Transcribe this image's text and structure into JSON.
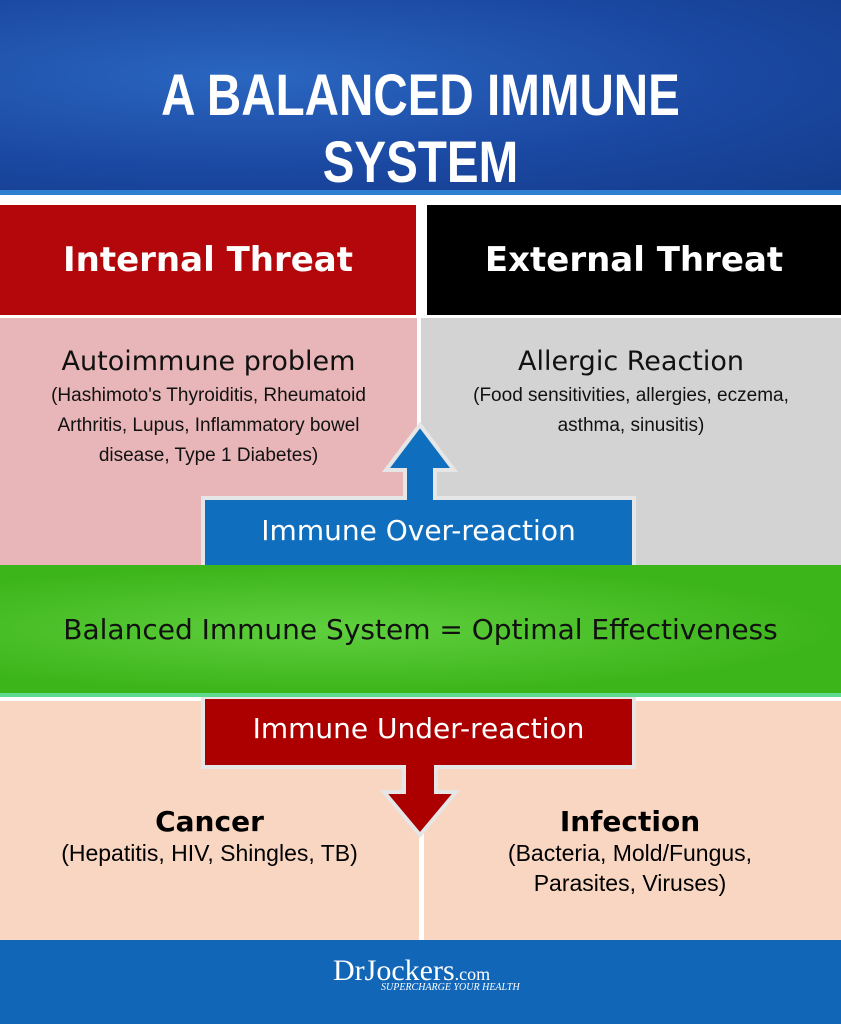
{
  "title": "A BALANCED IMMUNE SYSTEM",
  "internal_threat": {
    "heading": "Internal Threat",
    "title": "Autoimmune problem",
    "detail": "(Hashimoto's Thyroiditis, Rheumatoid Arthritis, Lupus, Inflammatory bowel disease, Type 1 Diabetes)",
    "color": "#b4070c"
  },
  "external_threat": {
    "heading": "External Threat",
    "title": "Allergic Reaction",
    "detail": "(Food sensitivities, allergies, eczema, asthma, sinusitis)",
    "color": "#000000"
  },
  "over_reaction": {
    "label": "Immune Over-reaction",
    "color": "#0f6ebe"
  },
  "balanced": {
    "label": "Balanced Immune System = Optimal Effectiveness",
    "color": "#3cb51a"
  },
  "under_reaction": {
    "label": "Immune Under-reaction",
    "color": "#ac0000"
  },
  "cancer": {
    "title": "Cancer",
    "detail": "(Hepatitis, HIV, Shingles, TB)"
  },
  "infection": {
    "title": "Infection",
    "detail": "(Bacteria, Mold/Fungus, Parasites, Viruses)"
  },
  "footer": {
    "logo_main": "DrJockers",
    "logo_suffix": ".com",
    "tagline": "SUPERCHARGE YOUR HEALTH"
  }
}
